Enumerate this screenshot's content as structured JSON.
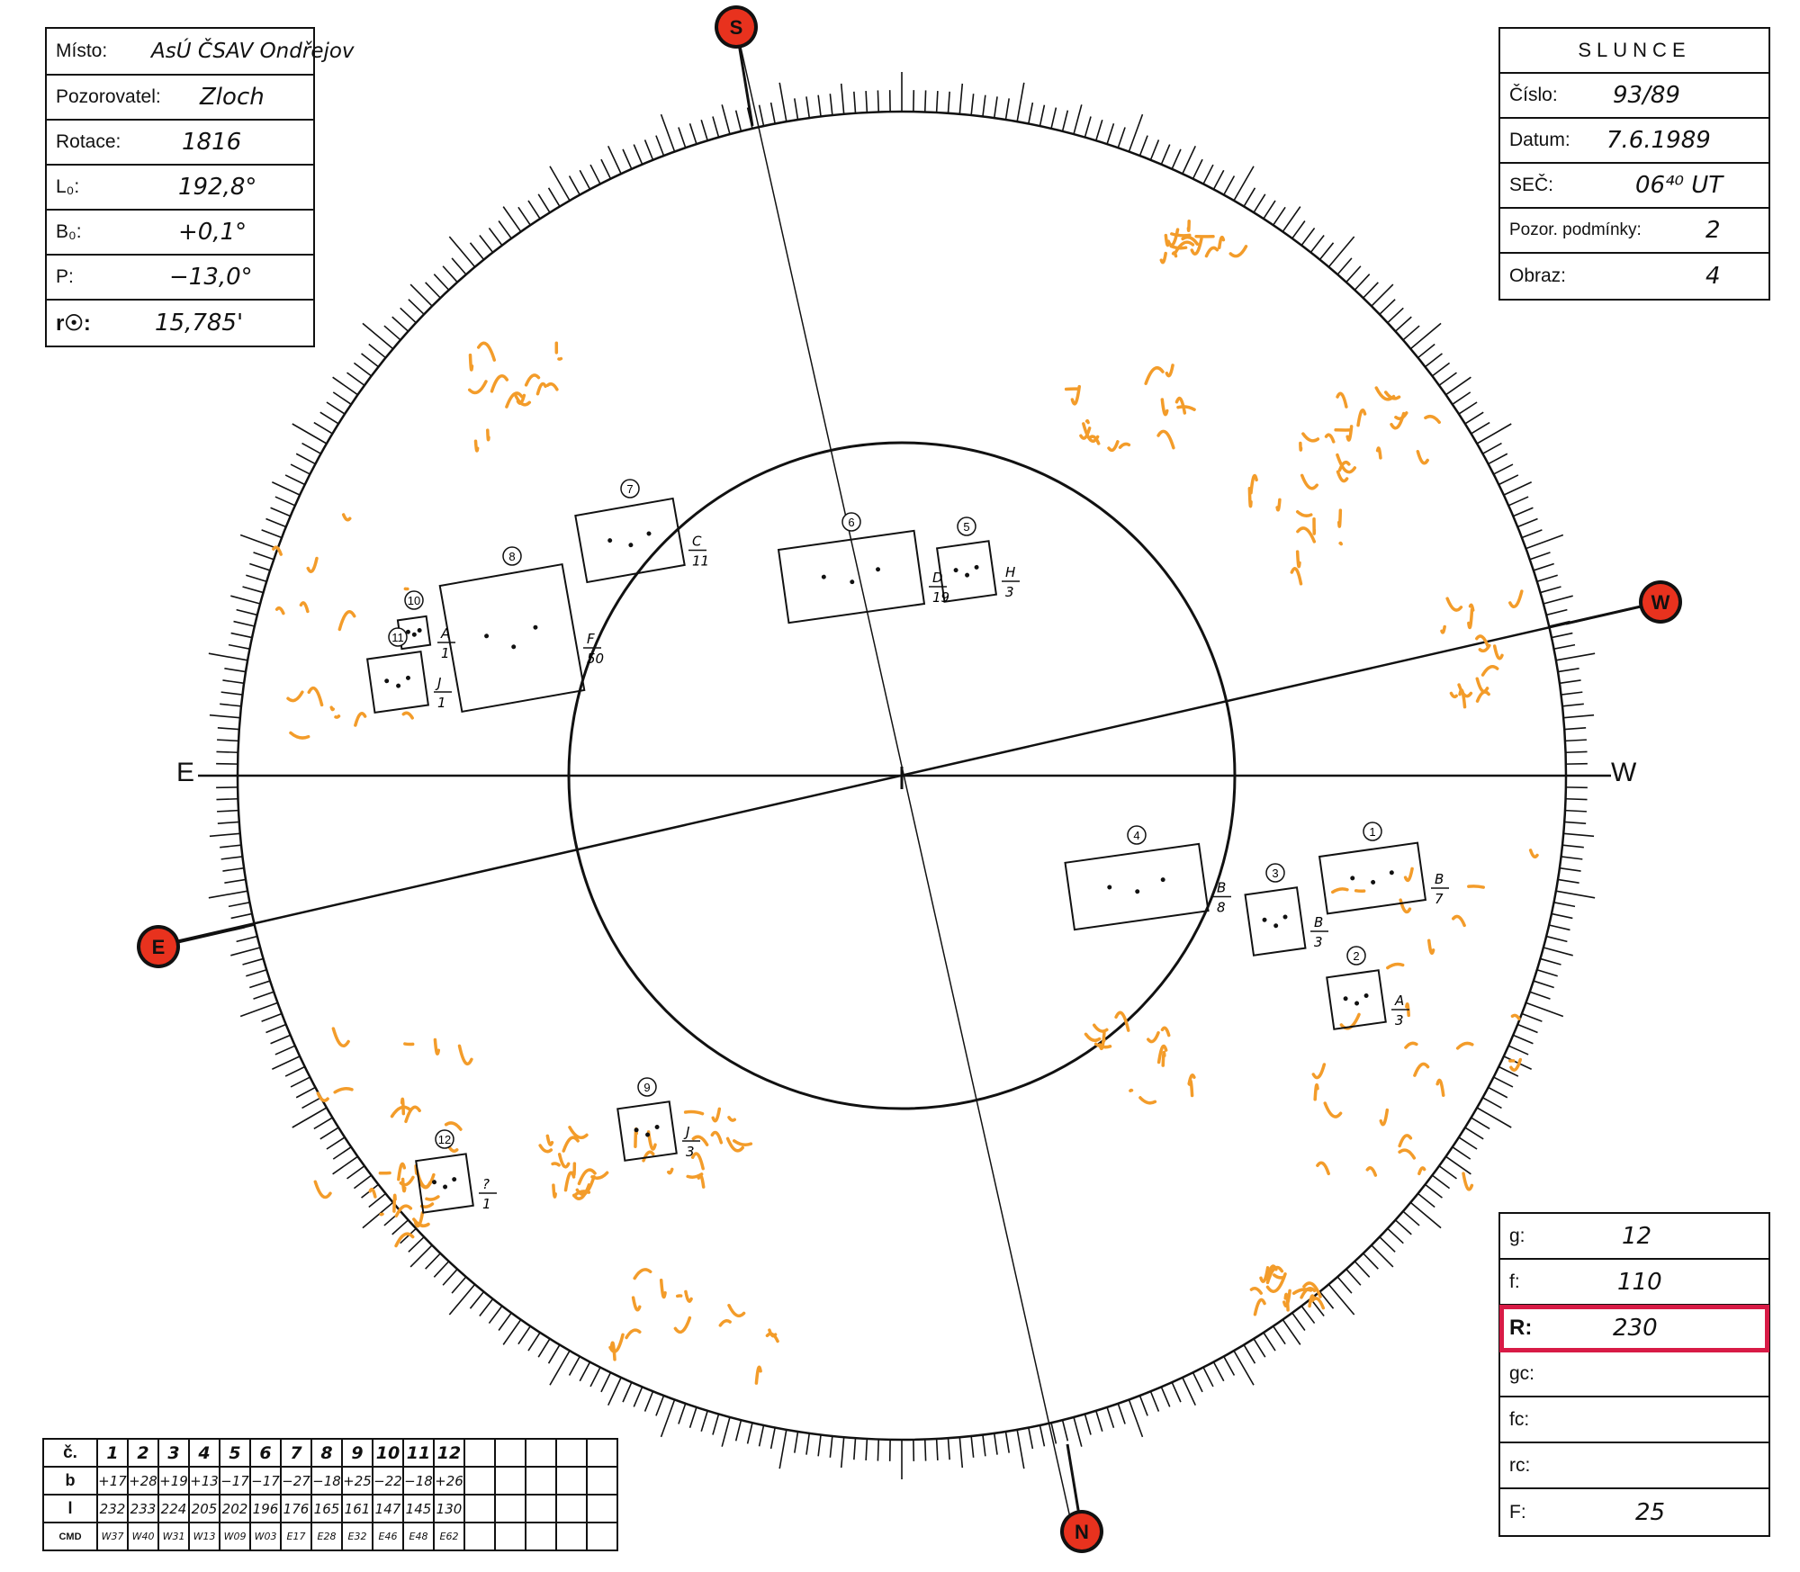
{
  "left_box": {
    "rows": [
      {
        "label": "Místo:",
        "value": "AsÚ ČSAV Ondřejov"
      },
      {
        "label": "Pozorovatel:",
        "value": "Zloch"
      },
      {
        "label": "Rotace:",
        "value": "1816"
      },
      {
        "label": "L₀:",
        "value": "192,8°"
      },
      {
        "label": "B₀:",
        "value": "+0,1°"
      },
      {
        "label": "P:",
        "value": "−13,0°"
      },
      {
        "label": "r☉:",
        "value": "15,785'"
      }
    ]
  },
  "right_box": {
    "title": "SLUNCE",
    "rows": [
      {
        "label": "Číslo:",
        "value": "93/89"
      },
      {
        "label": "Datum:",
        "value": "7.6.1989"
      },
      {
        "label": "SEČ:",
        "value": "06⁴⁰ UT"
      },
      {
        "label": "Pozor. podmínky:",
        "value": "2"
      },
      {
        "label": "Obraz:",
        "value": "4"
      }
    ]
  },
  "stats_box": {
    "rows": [
      {
        "label": "g:",
        "value": "12"
      },
      {
        "label": "f:",
        "value": "110"
      },
      {
        "label": "R:",
        "value": "230"
      },
      {
        "label": "gc:",
        "value": ""
      },
      {
        "label": "fc:",
        "value": ""
      },
      {
        "label": "rc:",
        "value": ""
      },
      {
        "label": "F:",
        "value": "25"
      }
    ],
    "highlight_color": "#d81b46"
  },
  "compass": {
    "S": "S",
    "W": "W",
    "E": "E",
    "N": "N",
    "marker_color": "#e8321e"
  },
  "spot_groups": [
    {
      "num": "1",
      "letter": "B",
      "count": "7"
    },
    {
      "num": "2",
      "letter": "A",
      "count": "3"
    },
    {
      "num": "3",
      "letter": "B",
      "count": "3"
    },
    {
      "num": "4",
      "letter": "B",
      "count": "8"
    },
    {
      "num": "5",
      "letter": "H",
      "count": "3"
    },
    {
      "num": "6",
      "letter": "D",
      "count": "19"
    },
    {
      "num": "7",
      "letter": "C",
      "count": "11"
    },
    {
      "num": "8",
      "letter": "F",
      "count": "50"
    },
    {
      "num": "9",
      "letter": "J",
      "count": "3"
    },
    {
      "num": "10",
      "letter": "A",
      "count": "1"
    },
    {
      "num": "11",
      "letter": "J",
      "count": "1"
    },
    {
      "num": "12",
      "letter": "?",
      "count": "1"
    }
  ],
  "table": {
    "row_labels": [
      "č.",
      "b",
      "l",
      "CMD"
    ],
    "numbers": [
      "1",
      "2",
      "3",
      "4",
      "5",
      "6",
      "7",
      "8",
      "9",
      "10",
      "11",
      "12"
    ],
    "b": [
      "+17",
      "+28",
      "+19",
      "+13",
      "−17",
      "−17",
      "−27",
      "−18",
      "+25",
      "−22",
      "−18",
      "+26"
    ],
    "l": [
      "232",
      "233",
      "224",
      "205",
      "202",
      "196",
      "176",
      "165",
      "161",
      "147",
      "145",
      "130"
    ],
    "cmd": [
      "W37",
      "W40",
      "W31",
      "W13",
      "W09",
      "W03",
      "E17",
      "E28",
      "E32",
      "E46",
      "E48",
      "E62"
    ],
    "empty_columns": 5
  },
  "colors": {
    "facula": "#f39c2a",
    "ink": "#111111"
  }
}
